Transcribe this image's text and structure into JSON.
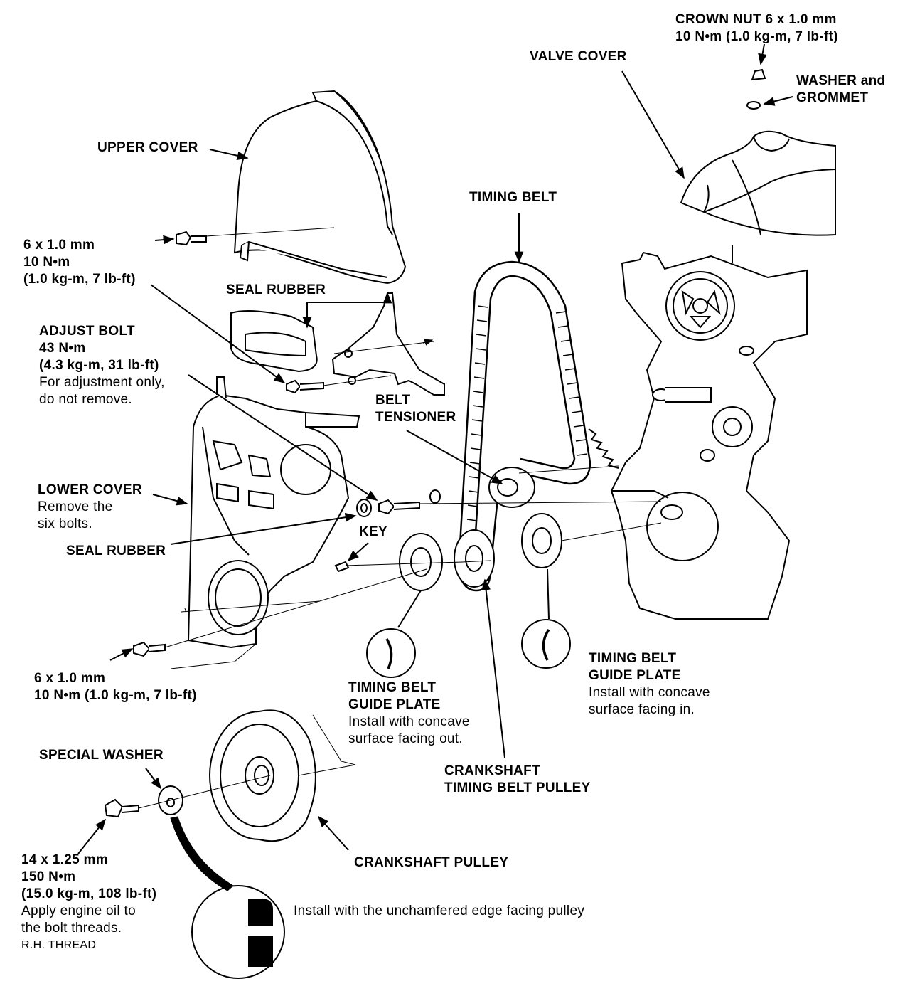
{
  "labels": {
    "crown_nut": {
      "l1": "CROWN NUT 6 x 1.0 mm",
      "l2": "10 N•m (1.0 kg-m, 7 lb-ft)"
    },
    "valve_cover": "VALVE COVER",
    "washer_grommet": {
      "l1": "WASHER and",
      "l2": "GROMMET"
    },
    "upper_cover": "UPPER COVER",
    "timing_belt": "TIMING BELT",
    "upper_bolt": {
      "l1": "6 x 1.0 mm",
      "l2": "10 N•m",
      "l3": "(1.0 kg-m, 7 lb-ft)"
    },
    "seal_rubber_top": "SEAL RUBBER",
    "adjust_bolt": {
      "l1": "ADJUST BOLT",
      "l2": "43 N•m",
      "l3": "(4.3 kg-m, 31 lb-ft)",
      "l4": "For adjustment only,",
      "l5": "do not remove."
    },
    "belt_tensioner": {
      "l1": "BELT",
      "l2": "TENSIONER"
    },
    "lower_cover": {
      "l1": "LOWER COVER",
      "l2": "Remove the",
      "l3": "six bolts."
    },
    "key": "KEY",
    "seal_rubber_bottom": "SEAL RUBBER",
    "lower_bolt": {
      "l1": "6 x 1.0 mm",
      "l2": "10 N•m (1.0 kg-m, 7 lb-ft)"
    },
    "guide_plate_out": {
      "l1": "TIMING BELT",
      "l2": "GUIDE PLATE",
      "l3": "Install with concave",
      "l4": "surface facing out."
    },
    "guide_plate_in": {
      "l1": "TIMING BELT",
      "l2": "GUIDE PLATE",
      "l3": "Install with concave",
      "l4": "surface facing in."
    },
    "special_washer": "SPECIAL WASHER",
    "crank_belt_pulley": {
      "l1": "CRANKSHAFT",
      "l2": "TIMING BELT PULLEY"
    },
    "crankshaft_pulley": "CRANKSHAFT PULLEY",
    "crank_bolt": {
      "l1": "14 x 1.25 mm",
      "l2": "150 N•m",
      "l3": "(15.0 kg-m, 108 lb-ft)",
      "l4": "Apply engine oil to",
      "l5": "the bolt threads.",
      "l6": "R.H. THREAD"
    },
    "washer_note": "Install with the unchamfered edge facing pulley"
  },
  "colors": {
    "ink": "#000000",
    "paper": "#ffffff"
  }
}
